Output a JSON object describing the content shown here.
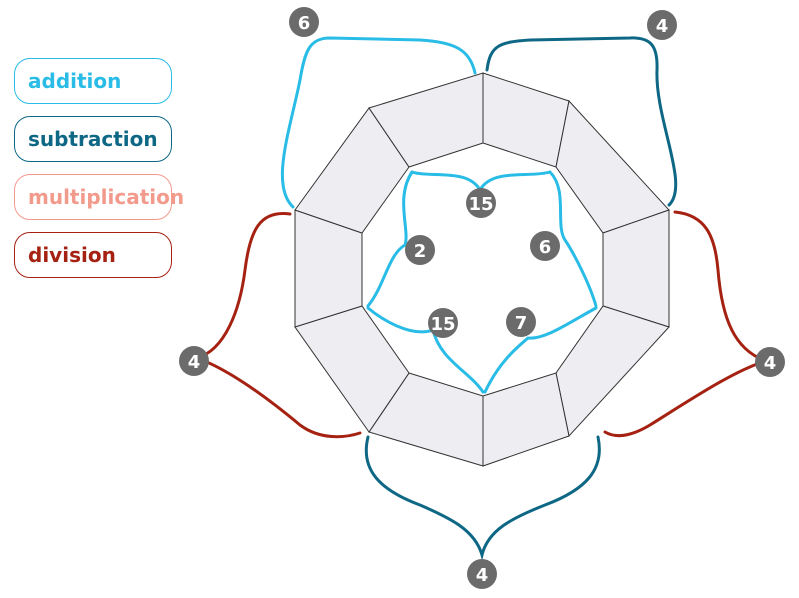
{
  "legend": {
    "items": [
      {
        "label": "addition",
        "color": "#29bce6"
      },
      {
        "label": "subtraction",
        "color": "#0e6885"
      },
      {
        "label": "multiplication",
        "color": "#f29a8c"
      },
      {
        "label": "division",
        "color": "#a52212"
      }
    ]
  },
  "puzzle": {
    "cell_fill": "#eeeef2",
    "cell_stroke": "#333333",
    "badge_color": "#6b6b6b",
    "outer_clues": [
      {
        "value": "6",
        "operation": "addition"
      },
      {
        "value": "4",
        "operation": "subtraction"
      },
      {
        "value": "4",
        "operation": "division"
      },
      {
        "value": "4",
        "operation": "subtraction"
      },
      {
        "value": "4",
        "operation": "division"
      }
    ],
    "inner_clues": [
      {
        "value": "15",
        "operation": "addition"
      },
      {
        "value": "6",
        "operation": "addition"
      },
      {
        "value": "7",
        "operation": "addition"
      },
      {
        "value": "15",
        "operation": "addition"
      },
      {
        "value": "2",
        "operation": "addition"
      }
    ]
  }
}
